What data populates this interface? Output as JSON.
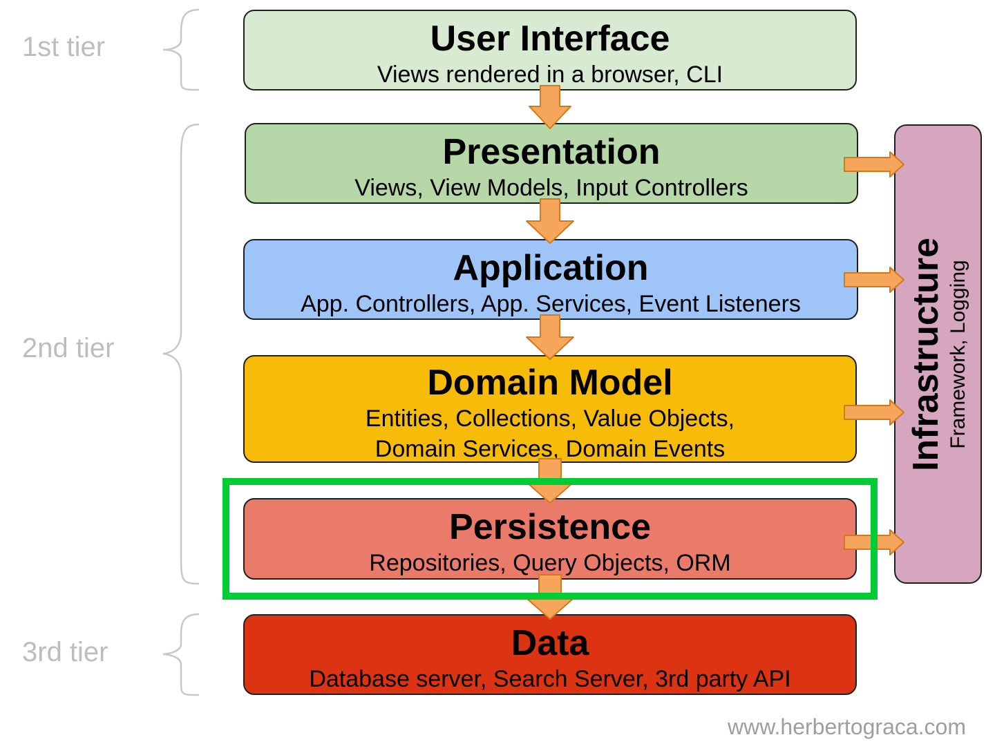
{
  "tiers": [
    {
      "label": "1st tier"
    },
    {
      "label": "2nd tier"
    },
    {
      "label": "3rd tier"
    }
  ],
  "layers": {
    "user_interface": {
      "title": "User Interface",
      "subtitle": "Views rendered in a browser, CLI",
      "color": "#d9ead3"
    },
    "presentation": {
      "title": "Presentation",
      "subtitle": "Views, View Models, Input Controllers",
      "color": "#b6d7a8"
    },
    "application": {
      "title": "Application",
      "subtitle": "App. Controllers, App. Services, Event Listeners",
      "color": "#9fc5f8"
    },
    "domain_model": {
      "title": "Domain Model",
      "subtitle_line1": "Entities, Collections, Value Objects,",
      "subtitle_line2": "Domain Services, Domain Events",
      "color": "#f7bc0a"
    },
    "persistence": {
      "title": "Persistence",
      "subtitle": "Repositories, Query Objects, ORM",
      "color": "#ea7b6b",
      "highlighted": true
    },
    "data": {
      "title": "Data",
      "subtitle": "Database server, Search Server, 3rd party API",
      "color": "#dc3412"
    }
  },
  "infrastructure": {
    "title": "Infrastructure",
    "subtitle": "Framework, Logging",
    "color": "#d5a6bd"
  },
  "colors": {
    "arrow": "#f6a65a",
    "highlight": "#00cc33",
    "brace": "#c8c8c8"
  },
  "watermark": "www.herbertograca.com"
}
